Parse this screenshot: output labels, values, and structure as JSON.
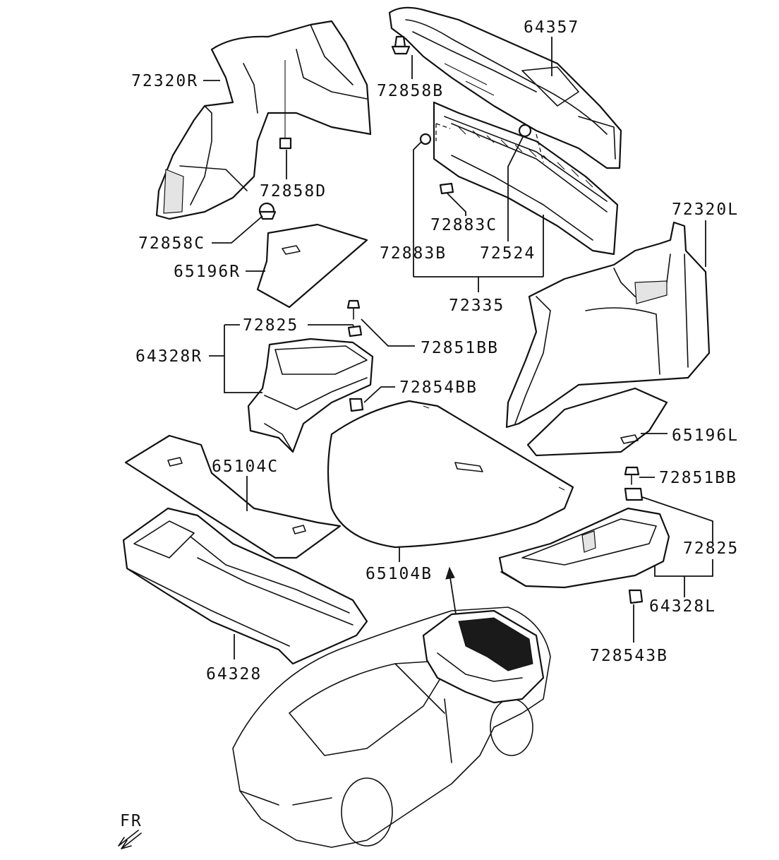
{
  "labels": {
    "p64357": "64357",
    "p72858B": "72858B",
    "p72320R": "72320R",
    "p72858D": "72858D",
    "p72858C": "72858C",
    "p65196R": "65196R",
    "p72883C": "72883C",
    "p72883B": "72883B",
    "p72524": "72524",
    "p72335": "72335",
    "p72320L": "72320L",
    "p72825_right": "72825",
    "p72851BB_right": "72851BB",
    "p64328R": "64328R",
    "p72854BB": "72854BB",
    "p65196L": "65196L",
    "p65104C": "65104C",
    "p72851BB_left": "72851BB",
    "p72825_left": "72825",
    "p64328L": "64328L",
    "p65104B": "65104B",
    "p728543B": "728543B",
    "p64328": "64328"
  },
  "direction_label": "FR"
}
